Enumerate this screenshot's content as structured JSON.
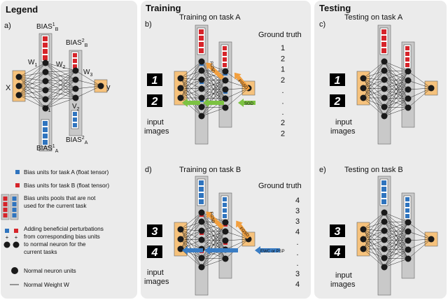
{
  "panels": {
    "legend": {
      "title": "Legend",
      "tag": "a)",
      "net": {
        "x": "X",
        "y": "y",
        "w1": "W",
        "w1_sub": "1",
        "w2": "W",
        "w2_sub": "2",
        "w3": "W",
        "w3_sub": "3",
        "v1": "V",
        "v1_sub": "1",
        "v2": "V",
        "v2_sub": "2",
        "bias_b1": "BIAS",
        "bias_b1_sup": "1",
        "bias_b1_sub": "B",
        "bias_b2": "BIAS",
        "bias_b2_sup": "2",
        "bias_b2_sub": "B",
        "bias_a1": "BIAS",
        "bias_a1_sup": "1",
        "bias_a1_sub": "A",
        "bias_a2": "BIAS",
        "bias_a2_sup": "2",
        "bias_a2_sub": "A"
      },
      "items": {
        "blue_bias": "Bias units for task A (float tensor)",
        "red_bias": "Bias units for task B (float tensor)",
        "pools_1": "Bias units pools that are not",
        "pools_2": "used for the current task",
        "perturb_1": "Adding beneficial perturbations",
        "perturb_2": "from corresponding bias units",
        "perturb_3": "to normal neuron for the",
        "perturb_4": "current tasks",
        "neuron": "Normal neuron units",
        "weight": "Normal Weight W"
      }
    },
    "training": {
      "title": "Training",
      "b": {
        "tag": "b)",
        "title": "Training on task A",
        "gt_title": "Ground truth",
        "gt_values": [
          "1",
          "2",
          "1",
          "2",
          ".",
          ".",
          ".",
          "2",
          "2"
        ],
        "inputs": [
          "1",
          "2"
        ],
        "inputs_label_1": "input",
        "inputs_label_2": "images",
        "fgsd_1": "FGSD",
        "fgsd_2": "FGSD",
        "sgd": "SGD"
      },
      "d": {
        "tag": "d)",
        "title": "Training on task B",
        "gt_title": "Ground truth",
        "gt_values": [
          "4",
          "3",
          "3",
          "4",
          ".",
          ".",
          ".",
          "3",
          "4"
        ],
        "inputs": [
          "3",
          "4"
        ],
        "inputs_label_1": "input",
        "inputs_label_2": "images",
        "fgsd_1": "FGSD",
        "fgsd_2": "FGSD",
        "ewc": "EWC or PSP"
      }
    },
    "testing": {
      "title": "Testing",
      "c": {
        "tag": "c)",
        "title": "Testing on task A",
        "inputs": [
          "1",
          "2"
        ],
        "inputs_label_1": "input",
        "inputs_label_2": "images"
      },
      "e": {
        "tag": "e)",
        "title": "Testing on task B",
        "inputs": [
          "3",
          "4"
        ],
        "inputs_label_1": "input",
        "inputs_label_2": "images"
      }
    }
  },
  "colors": {
    "panel_bg": "#ebebeb",
    "gray_box": "#c9c9c9",
    "orange_box": "#f6c27c",
    "blue_unit": "#2f74be",
    "red_unit": "#d6242a",
    "green_arrow": "#7cc242",
    "orange_arrow": "#f29f3e",
    "blue_arrow": "#3a7dc4",
    "neuron": "#1a1a1a"
  }
}
